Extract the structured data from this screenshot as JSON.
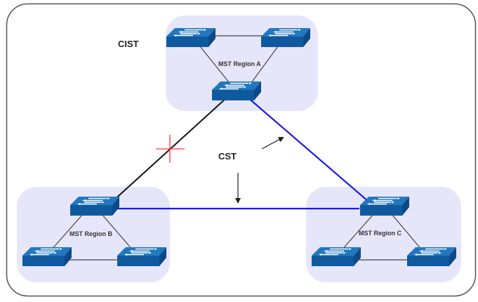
{
  "diagram": {
    "title_labels": {
      "cist": "CIST",
      "cst": "CST"
    },
    "colors": {
      "frame": "#555555",
      "region_fill": "#e6e6fb",
      "intra_link": "#444444",
      "blocked_link": "#111111",
      "cst_link": "#1a1ae6",
      "blocked_marker": "#ff3333",
      "switch_top": "#2377c0",
      "switch_front": "#0f5a9f",
      "switch_side": "#0b4a86",
      "arrow": "#222222"
    },
    "regions": [
      {
        "id": "A",
        "label": "MST Region A"
      },
      {
        "id": "B",
        "label": "MST Region B"
      },
      {
        "id": "C",
        "label": "MST Region C"
      }
    ],
    "inter_region_links": [
      {
        "from": "A",
        "to": "B",
        "state": "blocked"
      },
      {
        "from": "A",
        "to": "C",
        "state": "forwarding"
      },
      {
        "from": "B",
        "to": "C",
        "state": "forwarding"
      }
    ],
    "switch_icon": "network-switch-icon",
    "blocked_marker_icon": "blocked-cross-icon",
    "arrow_icon": "arrow-icon"
  }
}
